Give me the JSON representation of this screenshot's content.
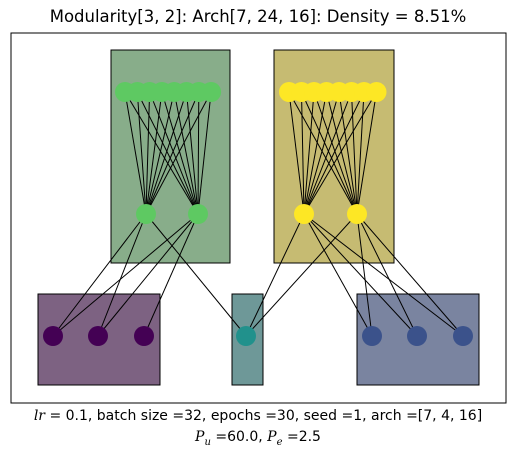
{
  "title": "Modularity[3, 2]: Arch[7, 24, 16]: Density = 8.51%",
  "caption": {
    "line1": {
      "lr_symbol": "lr",
      "lr_rest": " =  0.1, batch size =32, epochs =30, seed =1, arch =[7, 4, 16]"
    },
    "line2": {
      "pu_symbol": "P",
      "pu_sub": "u",
      "pu_value": " =60.0, ",
      "pe_symbol": "P",
      "pe_sub": "e",
      "pe_value": " =2.5"
    }
  },
  "network": {
    "modules": [
      {
        "id": "m-top-left",
        "layer": 2,
        "color": "#88ad8a",
        "nodes": 2,
        "node_color": "#5ec962"
      },
      {
        "id": "m-top-right",
        "layer": 2,
        "color": "#c6bb72",
        "nodes": 2,
        "node_color": "#fde725"
      },
      {
        "id": "m-bottom-left",
        "layer": 0,
        "color": "#7d6282",
        "nodes": 3,
        "node_color": "#440154"
      },
      {
        "id": "m-bottom-mid",
        "layer": 0,
        "color": "#6e9898",
        "nodes": 1,
        "node_color": "#21918c"
      },
      {
        "id": "m-bottom-right",
        "layer": 0,
        "color": "#7a84a0",
        "nodes": 3,
        "node_color": "#3b528b"
      }
    ],
    "output_groups": [
      {
        "id": "out-left",
        "nodes": 8,
        "node_color": "#5ec962"
      },
      {
        "id": "out-right",
        "nodes": 8,
        "node_color": "#fde725"
      }
    ]
  }
}
